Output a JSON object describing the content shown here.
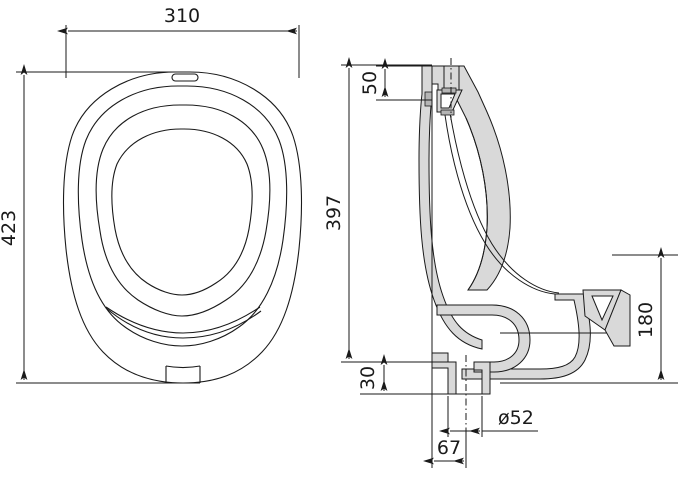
{
  "drawing": {
    "type": "engineering-drawing",
    "title": "",
    "units": "mm",
    "views": [
      {
        "name": "front-view",
        "label": ""
      },
      {
        "name": "side-section-view",
        "label": ""
      }
    ],
    "line_color": "#1a1a1a",
    "hatch_fill": "#d9d9d9",
    "background": "#ffffff"
  },
  "dimensions": {
    "width_310": "310",
    "height_423": "423",
    "height_397": "397",
    "inlet_50": "50",
    "outlet_180": "180",
    "base_30": "30",
    "outlet_diameter": "ø52",
    "outlet_offset_67": "67"
  }
}
